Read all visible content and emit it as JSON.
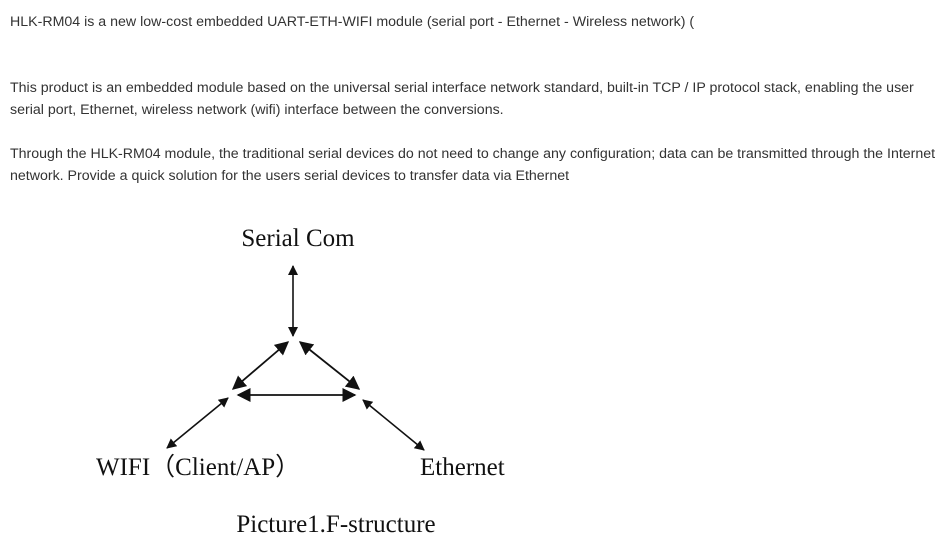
{
  "article": {
    "title_line": "HLK-RM04 is a new low-cost embedded UART-ETH-WIFI module (serial port - Ethernet - Wireless network) (",
    "paragraph_1": "This product is an embedded module based on the universal serial interface network standard, built-in TCP / IP protocol stack, enabling the user serial port, Ethernet, wireless network (wifi) interface between the conversions.",
    "paragraph_2": "Through the HLK-RM04 module, the traditional serial devices do not need to change any configuration; data can be transmitted through the Internet network. Provide a quick solution for the users serial devices to transfer data via Ethernet"
  },
  "diagram": {
    "label_top": "Serial Com",
    "label_left": "WIFI（Client/AP）",
    "label_right": "Ethernet",
    "caption": "Picture1.F-structure"
  },
  "colors": {
    "text": "#333333",
    "diagram_ink": "#111111",
    "background": "#ffffff"
  }
}
